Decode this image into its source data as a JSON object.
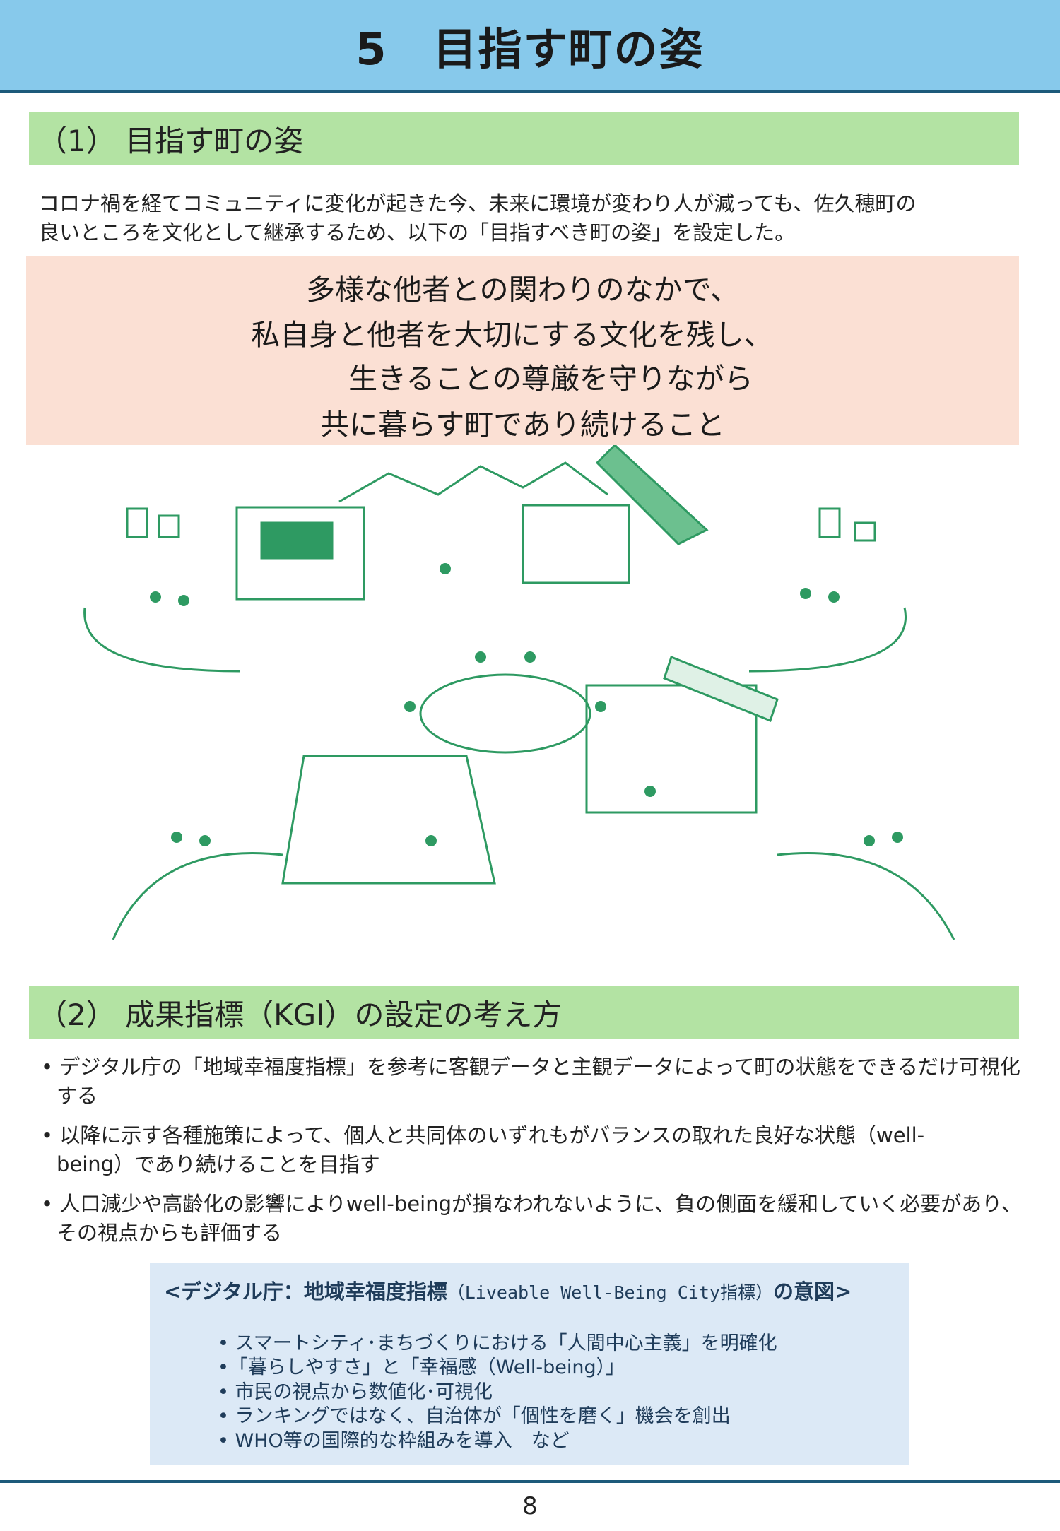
{
  "header": {
    "title": "5　目指す町の姿"
  },
  "section1": {
    "heading": "（1） 目指す町の姿",
    "intro": [
      "コロナ禍を経てコミュニティに変化が起きた今、未来に環境が変わり人が減っても、佐久穂町の",
      "良いところを文化として継承するため、以下の「目指すべき町の姿」を設定した。"
    ],
    "vision": [
      "多様な他者との関わりのなかで、",
      "私自身と他者を大切にする文化を残し、",
      "生きることの尊厳を守りながら",
      "共に暮らす町であり続けること"
    ]
  },
  "section2": {
    "heading": "（2） 成果指標（KGI）の設定の考え方",
    "bullets": [
      "• デジタル庁の「地域幸福度指標」を参考に客観データと主観データによって町の状態をできるだけ可視化する",
      "• 以降に示す各種施策によって、個人と共同体のいずれもがバランスの取れた良好な状態（well-being）であり続けることを目指す",
      "• 人口減少や高齢化の影響によりwell-beingが損なわれないように、負の側面を緩和していく必要があり、その視点からも評価する"
    ]
  },
  "box": {
    "title_a": "<デジタル庁：地域幸福度指標",
    "title_b": "（Liveable Well-Being City指標）",
    "title_c": "の意図>",
    "items": [
      "•  スマートシティ･まちづくりにおける「人間中心主義」を明確化",
      "•「暮らしやすさ」と「幸福感（Well-being）」",
      "• 市民の視点から数値化･可視化",
      "• ランキングではなく、自治体が「個性を磨く」機会を創出",
      "• WHO等の国際的な枠組みを導入　など"
    ]
  },
  "page_number": "8",
  "colors": {
    "header": "#87c9eb",
    "section": "#b3e3a3",
    "vision": "#fbe0d4",
    "box": "#dce9f6",
    "illustration": "#2e9a62"
  }
}
